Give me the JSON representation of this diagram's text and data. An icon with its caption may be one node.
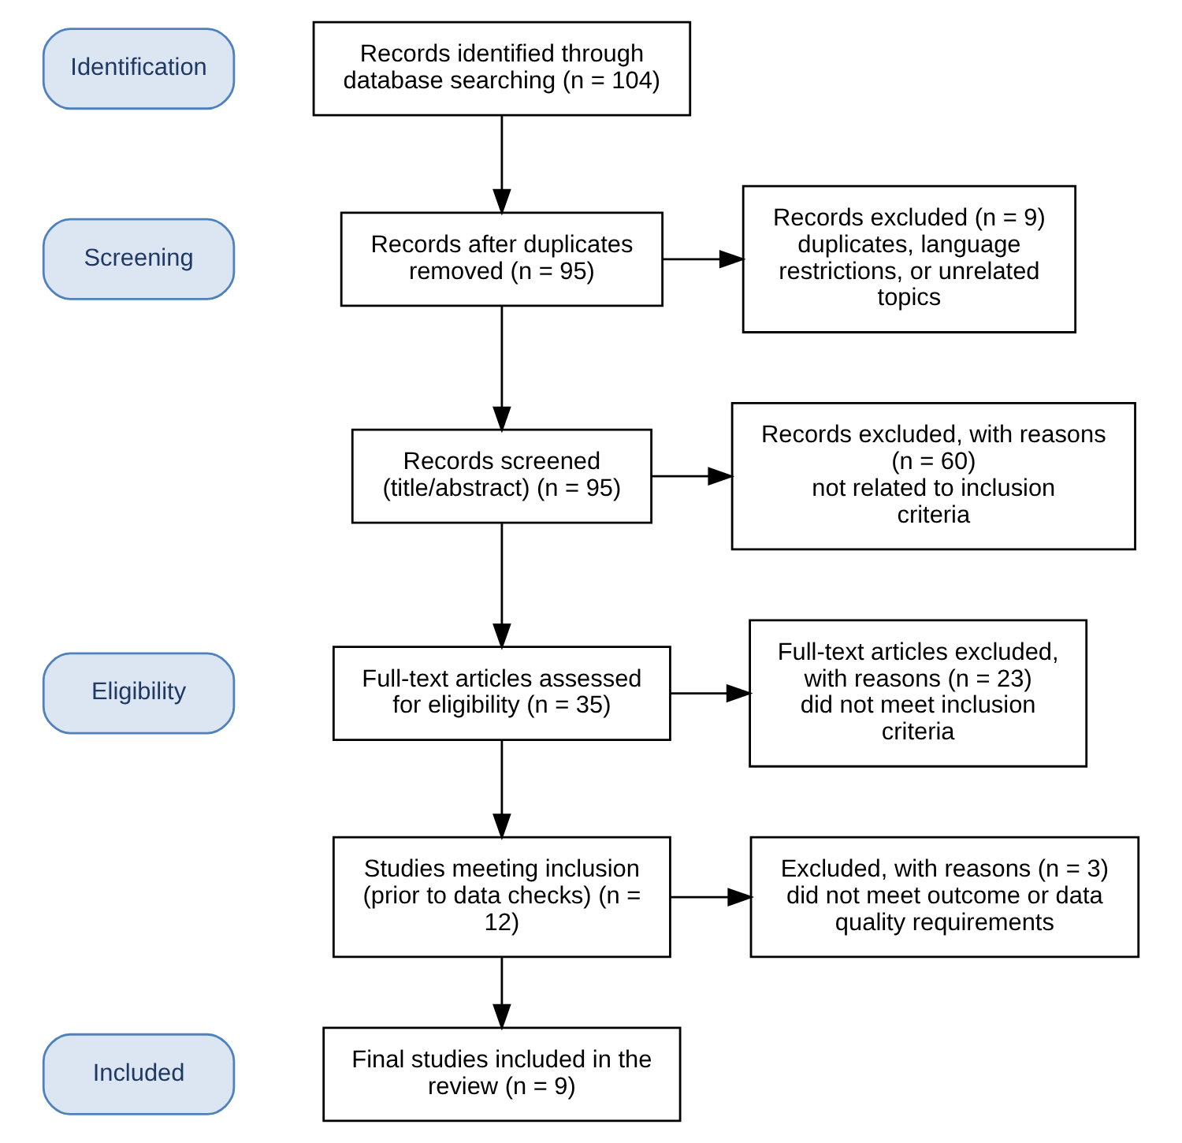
{
  "diagram": {
    "nodes": [
      {
        "text": [
          "Identification"
        ]
      },
      {
        "text": [
          "Screening"
        ]
      },
      {
        "text": [
          "Eligibility"
        ]
      },
      {
        "text": [
          "Included"
        ]
      },
      {
        "text": [
          "Records identified through database searching (n = 104)"
        ]
      },
      {
        "text": [
          "Records after duplicates removed (n = 95)"
        ]
      },
      {
        "text": [
          "Records excluded (n = 9)",
          "duplicates, language restrictions, or unrelated topics"
        ]
      },
      {
        "text": [
          "Records screened (title/abstract) (n = 95)"
        ]
      },
      {
        "text": [
          "Records excluded, with reasons (n = 60)",
          "not related to inclusion criteria"
        ]
      },
      {
        "text": [
          "Full-text articles assessed for eligibility (n = 35)"
        ]
      },
      {
        "text": [
          "Full-text articles excluded, with reasons (n = 23)",
          "did not meet inclusion criteria"
        ]
      },
      {
        "text": [
          "Studies meeting inclusion (prior to data checks) (n = 12)"
        ]
      },
      {
        "text": [
          "Excluded, with reasons (n = 3)",
          "did not meet outcome or data quality requirements"
        ]
      },
      {
        "text": [
          "Final studies included in the review (n = 9)"
        ]
      }
    ],
    "edges": [
      {
        "from": 4,
        "to": 5,
        "arrow": "to"
      },
      {
        "from": 5,
        "to": 6,
        "arrow": "to"
      },
      {
        "from": 5,
        "to": 7,
        "arrow": "to"
      },
      {
        "from": 7,
        "to": 8,
        "arrow": "to"
      },
      {
        "from": 7,
        "to": 9,
        "arrow": "to"
      },
      {
        "from": 9,
        "to": 10,
        "arrow": "to"
      },
      {
        "from": 9,
        "to": 11,
        "arrow": "to"
      },
      {
        "from": 11,
        "to": 12,
        "arrow": "to"
      },
      {
        "from": 11,
        "to": 13,
        "arrow": "to"
      }
    ]
  }
}
